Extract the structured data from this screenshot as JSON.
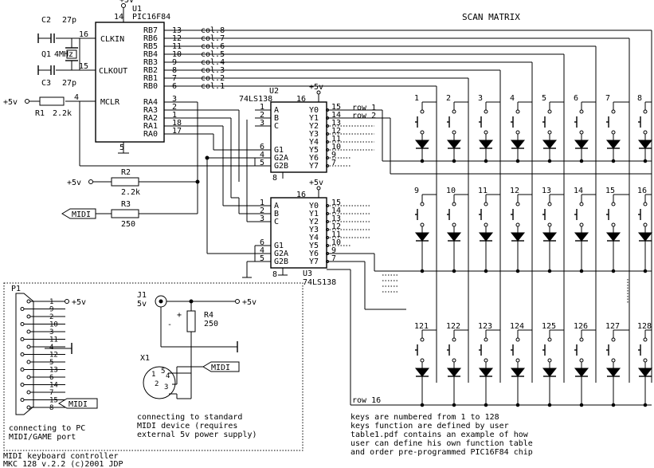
{
  "title": "SCAN MATRIX",
  "u1": {
    "ref": "U1",
    "part": "PIC16F84",
    "pin_vdd": "14",
    "pin_vss": "5",
    "pins_left": [
      {
        "num": "16",
        "label": "CLKIN"
      },
      {
        "num": "15",
        "label": "CLKOUT"
      },
      {
        "num": "4",
        "label": "MCLR"
      }
    ],
    "pins_rb": [
      {
        "num": "13",
        "label": "RB7",
        "col": "col.8"
      },
      {
        "num": "12",
        "label": "RB6",
        "col": "col.7"
      },
      {
        "num": "11",
        "label": "RB5",
        "col": "col.6"
      },
      {
        "num": "10",
        "label": "RB4",
        "col": "col.5"
      },
      {
        "num": "9",
        "label": "RB3",
        "col": "col.4"
      },
      {
        "num": "8",
        "label": "RB2",
        "col": "col.3"
      },
      {
        "num": "7",
        "label": "RB1",
        "col": "col.2"
      },
      {
        "num": "6",
        "label": "RB0",
        "col": "col.1"
      }
    ],
    "pins_ra": [
      {
        "num": "3",
        "label": "RA4"
      },
      {
        "num": "2",
        "label": "RA3"
      },
      {
        "num": "1",
        "label": "RA2"
      },
      {
        "num": "18",
        "label": "RA1"
      },
      {
        "num": "17",
        "label": "RA0"
      }
    ]
  },
  "c2": {
    "ref": "C2",
    "value": "27p"
  },
  "c3": {
    "ref": "C3",
    "value": "27p"
  },
  "q1": {
    "ref": "Q1",
    "value": "4MHz"
  },
  "r1": {
    "ref": "R1",
    "value": "2.2k"
  },
  "r2": {
    "ref": "R2",
    "value": "2.2k"
  },
  "r3": {
    "ref": "R3",
    "value": "250"
  },
  "r4": {
    "ref": "R4",
    "value": "250"
  },
  "vcc": "+5v",
  "midi": "MIDI",
  "u2": {
    "ref": "U2",
    "part": "74LS138",
    "pin_vcc": "16",
    "pin_gnd": "8",
    "inputs": [
      {
        "num": "1",
        "label": "A"
      },
      {
        "num": "2",
        "label": "B"
      },
      {
        "num": "3",
        "label": "C"
      },
      {
        "num": "6",
        "label": "G1"
      },
      {
        "num": "4",
        "label": "G2A"
      },
      {
        "num": "5",
        "label": "G2B"
      }
    ],
    "outputs": [
      {
        "num": "15",
        "label": "Y0"
      },
      {
        "num": "14",
        "label": "Y1"
      },
      {
        "num": "13",
        "label": "Y2"
      },
      {
        "num": "12",
        "label": "Y3"
      },
      {
        "num": "11",
        "label": "Y4"
      },
      {
        "num": "10",
        "label": "Y5"
      },
      {
        "num": "9",
        "label": "Y6"
      },
      {
        "num": "7",
        "label": "Y7"
      }
    ],
    "rows": [
      "row 1",
      "row 2"
    ]
  },
  "u3": {
    "ref": "U3",
    "part": "74LS138",
    "pin_vcc": "16",
    "pin_gnd": "8"
  },
  "row16": "row 16",
  "keys_row1": [
    "1",
    "2",
    "3",
    "4",
    "5",
    "6",
    "7",
    "8"
  ],
  "keys_row2": [
    "9",
    "10",
    "11",
    "12",
    "13",
    "14",
    "15",
    "16"
  ],
  "keys_row16": [
    "121",
    "122",
    "123",
    "124",
    "125",
    "126",
    "127",
    "128"
  ],
  "p1": {
    "ref": "P1",
    "pins": [
      "1",
      "9",
      "2",
      "10",
      "3",
      "11",
      "4",
      "12",
      "5",
      "13",
      "6",
      "14",
      "7",
      "15",
      "8"
    ],
    "caption": [
      "connecting to PC",
      "MIDI/GAME port"
    ]
  },
  "j1": {
    "ref": "J1",
    "label": "5v",
    "plus": "+",
    "minus": "-"
  },
  "x1": {
    "ref": "X1",
    "pins": [
      "1",
      "2",
      "3",
      "4",
      "5"
    ],
    "caption": [
      "connecting to standard",
      "MIDI device (requires",
      "external 5v power supply)"
    ]
  },
  "notes": [
    "keys are numbered from 1 to 128",
    "keys function are defined by user",
    "table1.pdf contains an example of how",
    "user can define his own function table",
    "and order pre-programmed PIC16F84 chip"
  ],
  "footer": [
    "MIDI keyboard controller",
    "MKC 128 v.2.2 (c)2001 JDP"
  ]
}
